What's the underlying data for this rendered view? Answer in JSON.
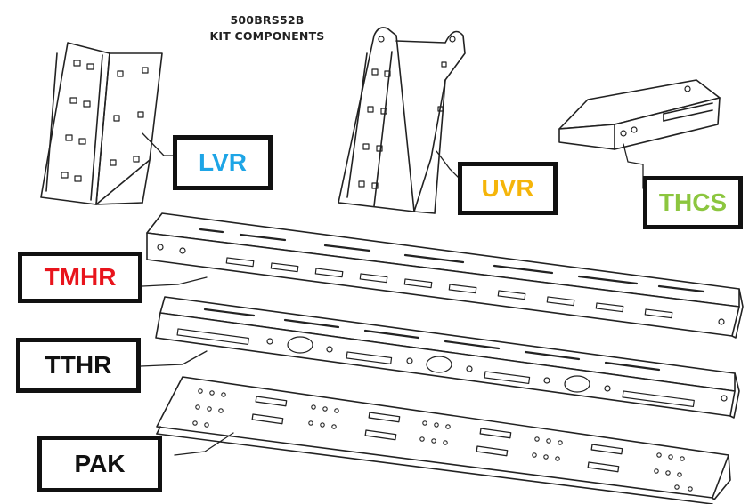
{
  "title": {
    "line1": "500BRS52B",
    "line2": "KIT COMPONENTS"
  },
  "labels": {
    "lvr": {
      "text": "LVR",
      "color": "#1ea5e6"
    },
    "uvr": {
      "text": "UVR",
      "color": "#f5b50a"
    },
    "thcs": {
      "text": "THCS",
      "color": "#8cc63f"
    },
    "tmhr": {
      "text": "TMHR",
      "color": "#e8141c"
    },
    "tthr": {
      "text": "TTHR",
      "color": "#111111"
    },
    "pak": {
      "text": "PAK",
      "color": "#111111"
    }
  }
}
